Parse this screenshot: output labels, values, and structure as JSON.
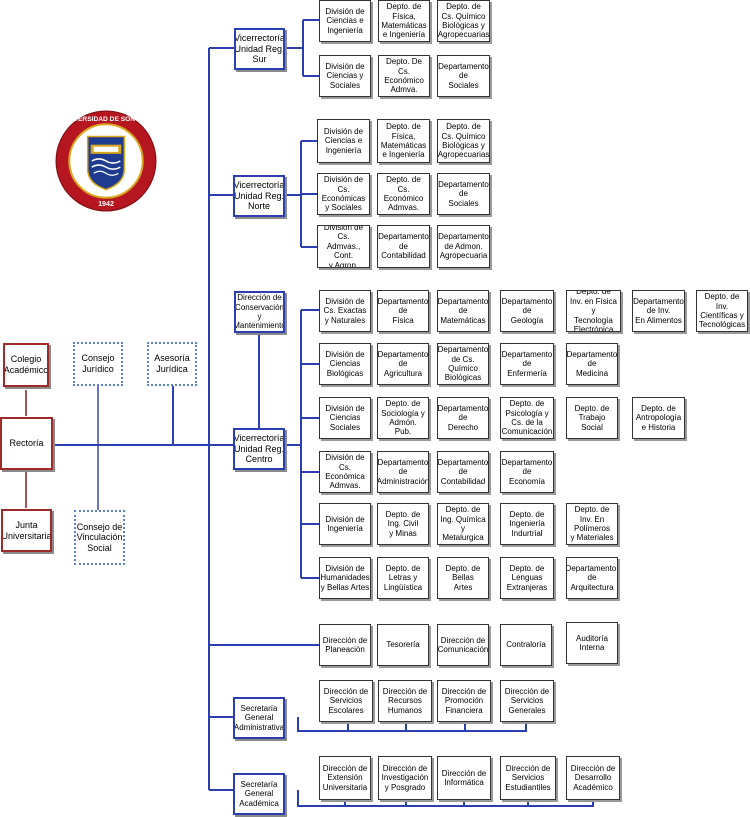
{
  "colors": {
    "line": "#2b3fb0",
    "red_line": "#8e1d1d",
    "seal_red": "#b5161f",
    "seal_blue": "#1f3b8f",
    "seal_gold": "#d9a620"
  },
  "seal": {
    "text": "UNIVERSIDAD DE SONORA",
    "year": "1942"
  },
  "left": {
    "colegio": "Colegio\nAcadémico",
    "rectoria": "Rectoría",
    "junta": "Junta\nUniversitaria",
    "consejo_juridico": "Consejo\nJurídico",
    "asesoria": "Asesoría\nJurídica",
    "consejo_vinculacion": "Consejo de\nVinculación\nSocial"
  },
  "sur": {
    "label": "Vicerrectoría\nUnidad Reg.\nSur",
    "rows": [
      [
        "División de\nCiencias e\nIngeniería",
        "Depto. de\nFísica,\nMatemáticas\ne Ingeniería",
        "Depto. de\nCs. Químico\nBiológicas y\nAgropecuarias"
      ],
      [
        "División de\nCiencias y\nSociales",
        "Depto. De\nCs. Económico\nAdmva.",
        "Departamento\nde\nSociales"
      ]
    ]
  },
  "norte": {
    "label": "Vicerrectoría\nUnidad Reg.\nNorte",
    "rows": [
      [
        "División de\nCiencias e\nIngeniería",
        "Depto. de\nFísica,\nMatemáticas\ne Ingeniería",
        "Depto. de\nCs. Químico\nBiológicas y\nAgropecuarias"
      ],
      [
        "División de Cs.\nEconómicas\ny Sociales",
        "Depto. de\nCs. Económico\nAdmvas.",
        "Departamento\nde\nSociales"
      ],
      [
        "División de Cs.\nAdmvas., Cont.\ny Agrop.",
        "Departamento\nde\nContabilidad",
        "Departamento\nde Admon.\nAgropecuaria"
      ]
    ]
  },
  "centro": {
    "label": "Vicerrectoría\nUnidad Reg.\nCentro",
    "conservacion": "Dirección de\nConservación y\nMantenimiento",
    "rows": [
      [
        "División de\nCs. Exactas\ny Naturales",
        "Departamento\nde\nFísica",
        "Departamento\nde\nMatemáticas",
        "Departamento\nde\nGeología",
        "Depto. de\nInv. en Física y\nTecnología\nElectrónica",
        "Departamento\nde Inv.\nEn Alimentos",
        "Depto. de Inv.\nCientíficas y\nTecnológicas"
      ],
      [
        "División de\nCiencias\nBiológicas",
        "Departamento\nde\nAgricultura",
        "Departamento\nde Cs. Químico\nBiológicas",
        "Departamento\nde\nEnfermería",
        "Departamento\nde\nMedicina"
      ],
      [
        "División de\nCiencias\nSociales",
        "Depto. de\nSociología y\nAdmón. Pub.",
        "Departamento\nde\nDerecho",
        "Depto. de\nPsicología y\nCs. de la\nComunicación",
        "Depto. de\nTrabajo\nSocial",
        "Depto. de\nAntropología\ne Historia"
      ],
      [
        "División de\nCs. Económica\nAdmvas.",
        "Departamento\nde\nAdministración",
        "Departamento\nde\nContabilidad",
        "Departamento\nde\nEconomía"
      ],
      [
        "División de\nIngeniería",
        "Depto. de\nIng. Civil\ny Minas",
        "Depto. de\nIng. Química\ny Metalurgica",
        "Depto. de\nIngeniería\nIndurtrial",
        "Depto. de\nInv. En\nPolímeros\ny Materiales"
      ],
      [
        "División de\nHumanidades\ny Bellas Artes",
        "Depto. de\nLetras y\nLingüística",
        "Depto. de\nBellas\nArtes",
        "Depto. de\nLenguas\nExtranjeras",
        "Departamento.\nde\nArquitectura"
      ]
    ]
  },
  "direct_row": [
    "Dirección de\nPlaneación",
    "Tesorería",
    "Dirección de\nComunicación",
    "Contraloría",
    "Auditoría\nInterna"
  ],
  "admin": {
    "label": "Secretaría\nGeneral\nAdministrativa",
    "items": [
      "Dirección de\nServicios\nEscolares",
      "Dirección de\nRecursos\nHumanos",
      "Dirección de\nPromoción\nFinanciera",
      "Dirección de\nServicios\nGenerales"
    ]
  },
  "academica": {
    "label": "Secretaría\nGeneral\nAcadémica",
    "items": [
      "Dirección de\nExtensión\nUniversitaria",
      "Dirección de\nInvestigación\ny Posgrado",
      "Dirección de\nInformática",
      "Dirección de\nServicios\nEstudiantiles",
      "Dirección de\nDesarrollo\nAcadémico"
    ]
  }
}
